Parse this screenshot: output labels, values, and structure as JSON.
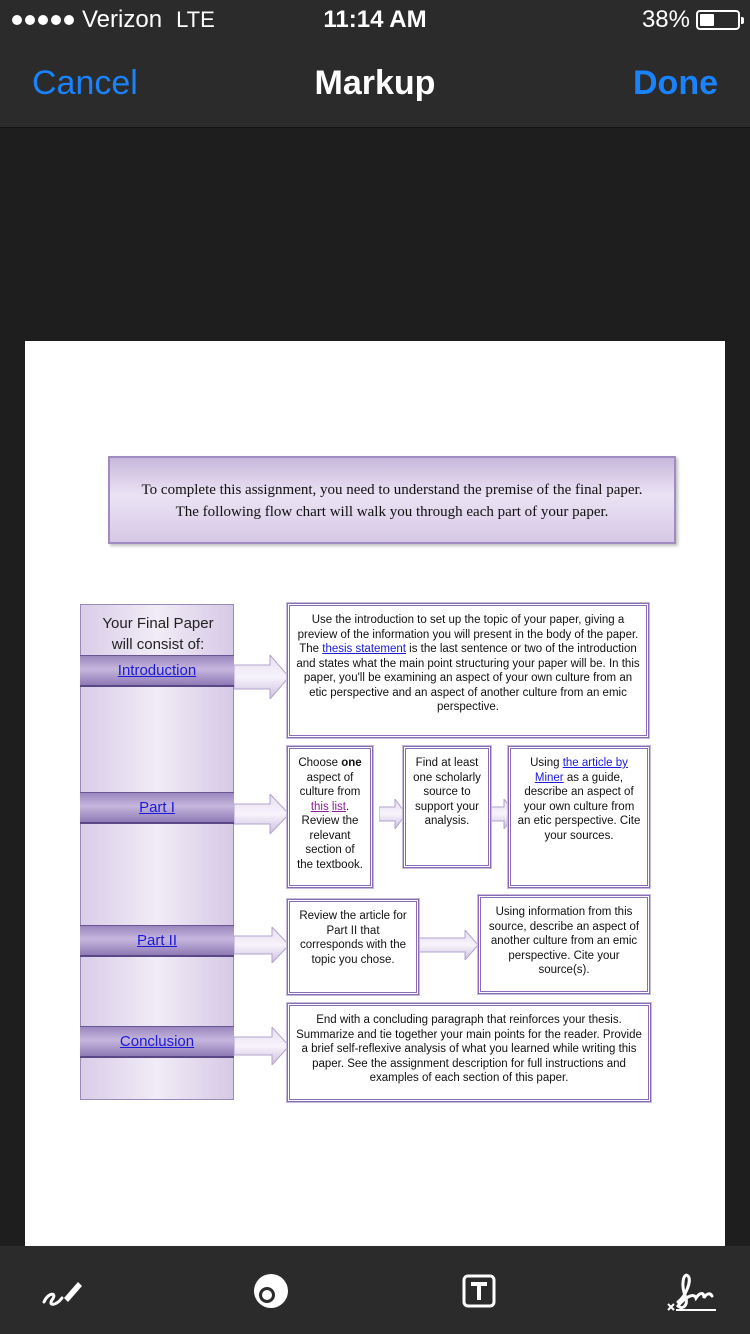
{
  "status": {
    "carrier": "Verizon",
    "network": "LTE",
    "time": "11:14 AM",
    "battery": "38%",
    "battery_level": 0.38
  },
  "nav": {
    "cancel": "Cancel",
    "title": "Markup",
    "done": "Done"
  },
  "document": {
    "intro_line1": "To complete this assignment, you need to understand the premise of the final paper.",
    "intro_line2": "The following flow chart will walk you through each part of your paper.",
    "left_title_1": "Your Final Paper",
    "left_title_2": "will consist of:",
    "labels": {
      "introduction": "Introduction",
      "part1": "Part I",
      "part2": "Part II",
      "conclusion": "Conclusion"
    },
    "intro_box": {
      "t1": "Use the introduction to set up the topic of your paper, giving a preview of the information you will present in the body of the paper. The ",
      "link": "thesis statement",
      "t2": " is the last sentence or two of the introduction and states what the main point structuring your paper will be. In this paper, you'll be examining an aspect of your own culture from an etic perspective and an aspect of another culture from an emic perspective."
    },
    "part1_box1": {
      "t1": "Choose ",
      "bold": "one",
      "t2": " aspect of culture from ",
      "link1": "this",
      "link2": "list",
      "t3": ". Review the relevant section of the textbook."
    },
    "part1_box2": "Find at least one scholarly source to support your analysis.",
    "part1_box3": {
      "t1": "Using ",
      "link": "the article by Miner",
      "t2": " as a guide, describe an aspect of your own culture from an etic perspective. Cite your sources."
    },
    "part2_box1": "Review the article for Part II that corresponds with the topic you chose.",
    "part2_box2": "Using information from this source, describe an aspect of another culture from an emic perspective. Cite your source(s).",
    "conclusion_box": "End with a concluding paragraph that reinforces your thesis. Summarize and tie together your main points for the reader. Provide a brief self-reflexive analysis of what you learned while writing this paper. See the assignment description for full instructions and examples of each section of this paper."
  },
  "toolbar": {
    "tools": [
      "pen-icon",
      "magnifier-icon",
      "text-icon",
      "signature-icon"
    ]
  }
}
